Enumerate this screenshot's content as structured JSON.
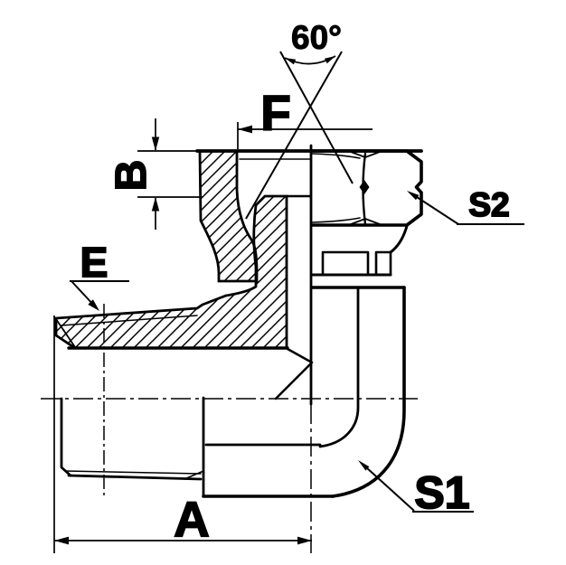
{
  "meta": {
    "description": "Technical line drawing of a 90-degree elbow hydraulic adapter (BSP male x female swivel nut), half-sectioned, with dimension annotations",
    "view": "side section view"
  },
  "colors": {
    "ink": "#000000",
    "paper": "#ffffff"
  },
  "annotations": {
    "cone_angle": "60°",
    "dim_f": "F",
    "dim_b": "B",
    "dim_e": "E",
    "dim_a": "A",
    "hex_body": "S1",
    "hex_nut": "S2"
  }
}
